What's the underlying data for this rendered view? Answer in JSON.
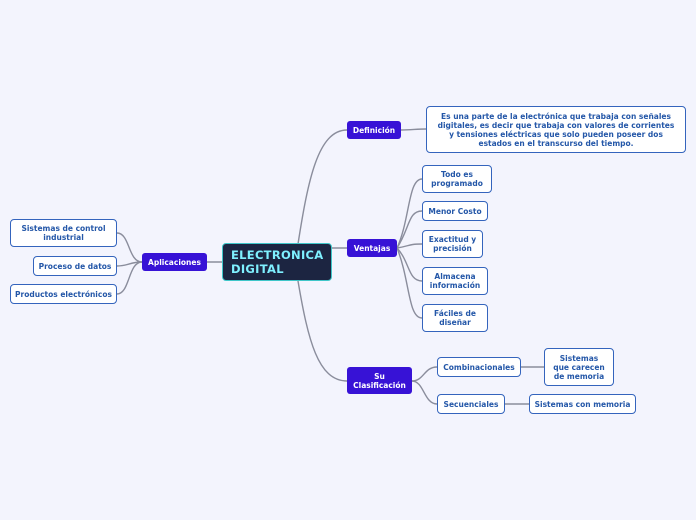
{
  "central": {
    "label": "ELECTRONICA\nDIGITAL"
  },
  "branches": {
    "definicion": {
      "label": "Definición",
      "text": "Es una parte de la electrónica que trabaja con señales digitales, es decir que trabaja con valores de corrientes y tensiones eléctricas que solo pueden poseer dos estados en el transcurso del tiempo."
    },
    "ventajas": {
      "label": "Ventajas",
      "items": [
        "Todo es programado",
        "Menor Costo",
        "Exactitud y precisión",
        "Almacena información",
        "Fáciles de diseñar"
      ]
    },
    "clasificacion": {
      "label": "Su Clasificación",
      "combinacionales": {
        "label": "Combinacionales",
        "child": "Sistemas que carecen de memoria"
      },
      "secuenciales": {
        "label": "Secuenciales",
        "child": "Sistemas con memoria"
      }
    },
    "aplicaciones": {
      "label": "Aplicaciones",
      "items": [
        "Sistemas de control industrial",
        "Proceso de datos",
        "Productos electrónicos"
      ]
    }
  },
  "colors": {
    "background": "#f3f4fd",
    "central_fill": "#1c2541",
    "central_text": "#7ff0ff",
    "main_fill": "#3712d6",
    "sub_border": "#3464bd",
    "sub_text": "#2457a8",
    "link": "#8a8d9c"
  }
}
